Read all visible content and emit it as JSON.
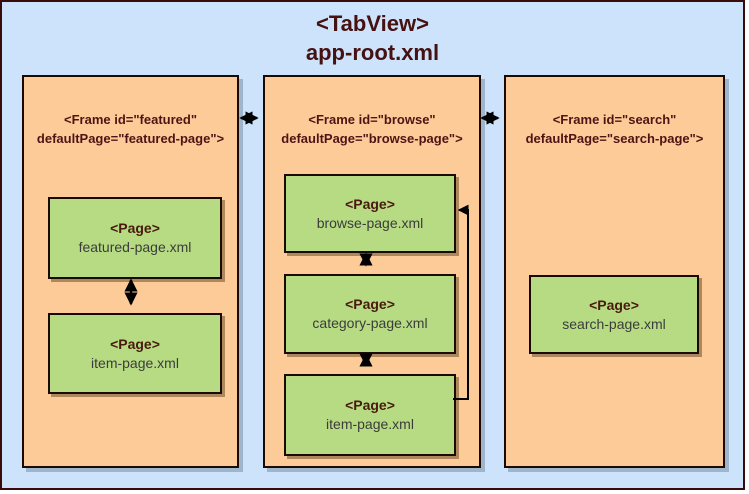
{
  "title": {
    "line1": "<TabView>",
    "line2": "app-root.xml"
  },
  "frames": [
    {
      "id": "featured",
      "header_line1": "<Frame id=\"featured\"",
      "header_line2": "defaultPage=\"featured-page\">",
      "pages": [
        {
          "tag": "<Page>",
          "file": "featured-page.xml"
        },
        {
          "tag": "<Page>",
          "file": "item-page.xml"
        }
      ]
    },
    {
      "id": "browse",
      "header_line1": "<Frame id=\"browse\"",
      "header_line2": "defaultPage=\"browse-page\">",
      "pages": [
        {
          "tag": "<Page>",
          "file": "browse-page.xml"
        },
        {
          "tag": "<Page>",
          "file": "category-page.xml"
        },
        {
          "tag": "<Page>",
          "file": "item-page.xml"
        }
      ]
    },
    {
      "id": "search",
      "header_line1": "<Frame id=\"search\"",
      "header_line2": "defaultPage=\"search-page\">",
      "pages": [
        {
          "tag": "<Page>",
          "file": "search-page.xml"
        }
      ]
    }
  ],
  "connectors": [
    {
      "name": "featured-browse-double-arrow",
      "type": "horizontal-double-arrow"
    },
    {
      "name": "browse-search-double-arrow",
      "type": "horizontal-double-arrow"
    },
    {
      "name": "featuredpage-itempage-double-arrow",
      "type": "vertical-double-arrow"
    },
    {
      "name": "browsepage-categorypage-double-arrow",
      "type": "vertical-double-arrow"
    },
    {
      "name": "categorypage-itempage-double-arrow",
      "type": "vertical-double-arrow"
    },
    {
      "name": "itempage-to-browsepage-elbow-arrow",
      "type": "elbow-arrow"
    }
  ],
  "colors": {
    "background_blue": "#CDE3FB",
    "frame_orange": "#FCCB98",
    "page_green": "#B6DB82",
    "box_border": "#1A0A02",
    "outer_border": "#3A0B0B",
    "heading_text": "#451111",
    "frame_text": "#4C1414",
    "file_text": "#3C3C3C",
    "arrow": "#000000",
    "frame_shadow": "#9FB5CC"
  }
}
